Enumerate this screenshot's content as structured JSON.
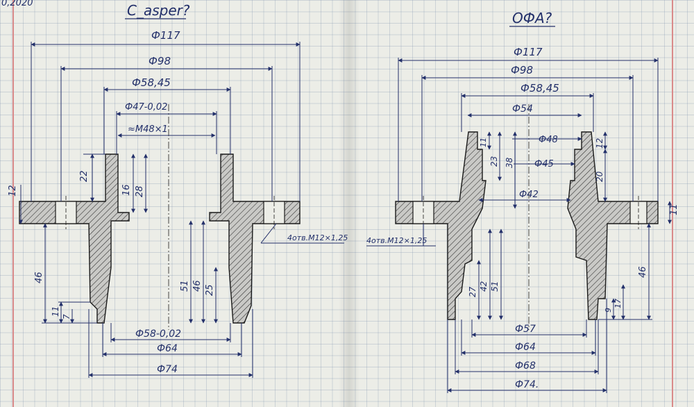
{
  "corner_date": "0,2020",
  "left_drawing": {
    "title": "С_asper?",
    "dims": {
      "d117": "Ф117",
      "d98": "Ф98",
      "d5845": "Ф58,45",
      "d47": "Ф47-0,02",
      "m48": "≈M48×1",
      "h22": "22",
      "h16": "16",
      "h28": "28",
      "h12": "12",
      "h46_outer": "46",
      "h11": "11",
      "h7": "7",
      "v51": "51",
      "v46": "46",
      "v25": "25",
      "holes": "4отв.М12×1,25",
      "d58": "Ф58-0,02",
      "d64": "Ф64",
      "d74": "Ф74"
    }
  },
  "right_drawing": {
    "title": "ОФА?",
    "dims": {
      "d117": "Ф117",
      "d98": "Ф98",
      "d5845": "Ф58,45",
      "d54": "Ф54",
      "d48": "Ф48",
      "d45": "Ф45",
      "d42": "Ф42",
      "h11_top": "11",
      "h23": "23",
      "h38": "38",
      "h12": "12",
      "h20": "20",
      "h11_flange": "11",
      "h46": "46",
      "h27": "27",
      "h42": "42",
      "h51": "51",
      "h9": "9",
      "h17": "17",
      "holes": "4отв.М12×1,25",
      "d57": "Ф57",
      "d64": "Ф64",
      "d68": "Ф68",
      "d74": "Ф74."
    }
  },
  "colors": {
    "ink_blue": "#23306a",
    "ink_black": "#1a1a1a",
    "paper": "#ecede7",
    "grid": "#8ca0b8",
    "margin": "#d98a8a"
  }
}
